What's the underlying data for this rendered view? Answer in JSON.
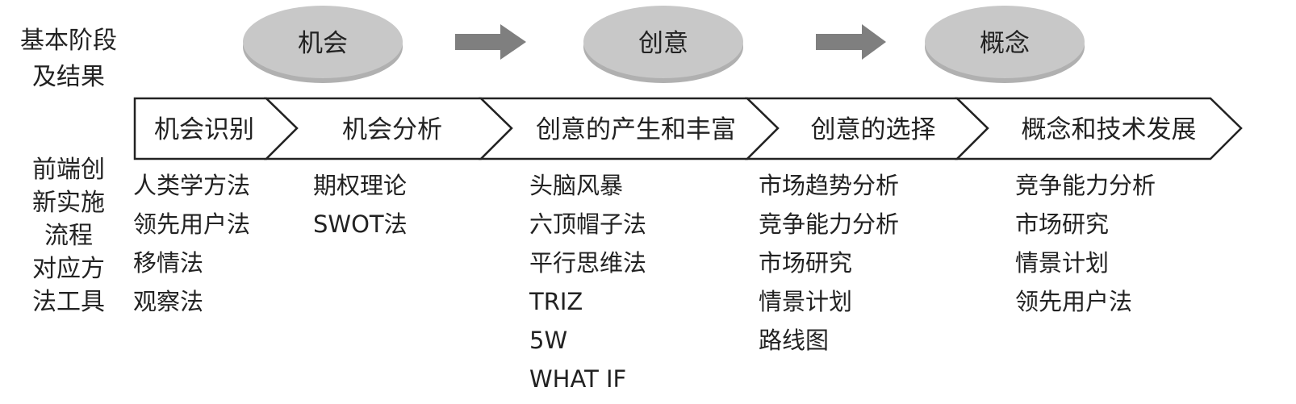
{
  "row_labels": {
    "stages": [
      "基本阶段",
      "及结果"
    ],
    "methods": [
      "前端创",
      "新实施",
      "流程",
      "对应方",
      "法工具"
    ]
  },
  "stages": [
    "机会",
    "创意",
    "概念"
  ],
  "processes": [
    "机会识别",
    "机会分析",
    "创意的产生和丰富",
    "创意的选择",
    "概念和技术发展"
  ],
  "methods": [
    [
      "人类学方法",
      "领先用户法",
      "移情法",
      "观察法"
    ],
    [
      "期权理论",
      "SWOT法"
    ],
    [
      "头脑风暴",
      "六顶帽子法",
      "平行思维法",
      "TRIZ",
      "5W",
      "WHAT IF"
    ],
    [
      "市场趋势分析",
      "竞争能力分析",
      "市场研究",
      "情景计划",
      "路线图"
    ],
    [
      "竞争能力分析",
      "市场研究",
      "情景计划",
      "领先用户法"
    ]
  ],
  "colors": {
    "ellipse": "#c8c8c8",
    "ellipse_shadow": "#b0b0b0",
    "arrow": "#7f7f7f",
    "outline": "#222222"
  }
}
